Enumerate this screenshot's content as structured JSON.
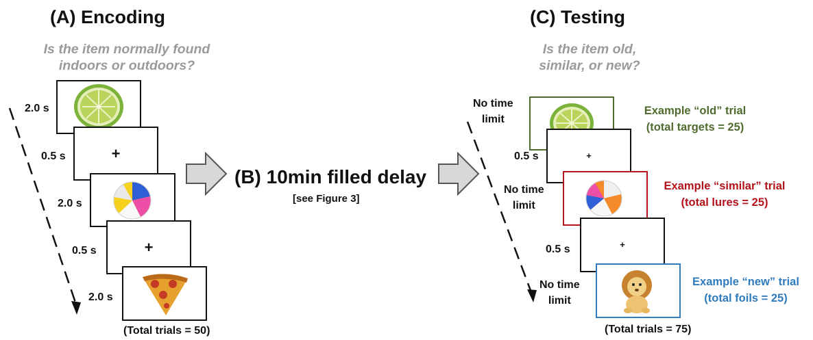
{
  "encoding": {
    "title": "(A) Encoding",
    "question_line1": "Is the item normally found",
    "question_line2": "indoors or outdoors?",
    "durations": [
      "2.0 s",
      "0.5 s",
      "2.0 s",
      "0.5 s",
      "2.0 s"
    ],
    "fixation_symbol": "+",
    "total": "(Total trials = 50)"
  },
  "delay": {
    "title": "(B) 10min filled delay",
    "subtitle": "[see Figure 3]"
  },
  "testing": {
    "title": "(C) Testing",
    "question_line1": "Is the item old,",
    "question_line2": "similar, or new?",
    "time_labels": {
      "no_limit_line1": "No time",
      "no_limit_line2": "limit",
      "half_second": "0.5 s"
    },
    "fixation_symbol": "+",
    "examples": [
      {
        "line1": "Example “old” trial",
        "line2": "(total targets = 25)",
        "color": "#4f6b2e"
      },
      {
        "line1": "Example “similar” trial",
        "line2": "(total lures = 25)",
        "color": "#b3121a"
      },
      {
        "line1": "Example “new” trial",
        "line2": "(total foils = 25)",
        "color": "#2f7bbd"
      }
    ],
    "total": "(Total trials = 75)"
  },
  "colors": {
    "question_gray": "#9a9a9a",
    "old_frame": "#4f6b2e",
    "similar_frame": "#b3121a",
    "new_frame": "#2f7bbd",
    "arrow_fill": "#d8d8d8"
  },
  "icons": [
    "lime-icon",
    "beach-ball-icon",
    "pizza-slice-icon",
    "plush-lion-icon"
  ]
}
